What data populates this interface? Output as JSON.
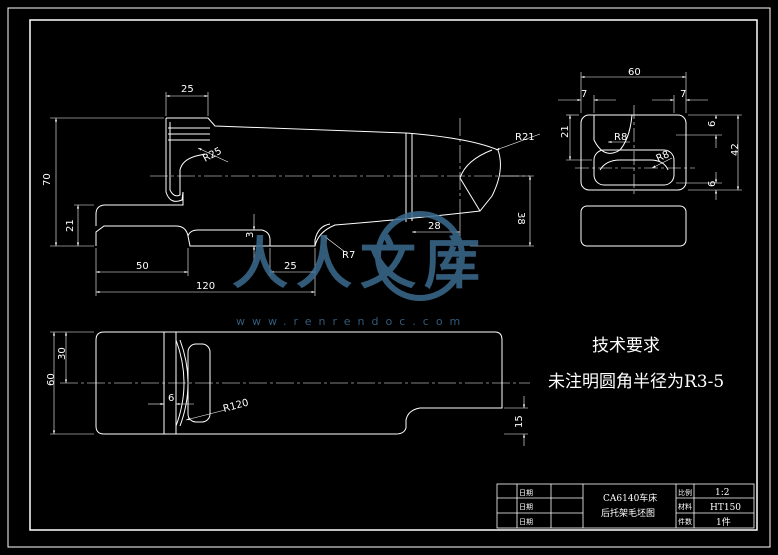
{
  "dimensions": {
    "front_top_width": "25",
    "front_radius_top": "R25",
    "front_radius_right": "R21",
    "front_height_total": "70",
    "front_height_left": "21",
    "front_dim_50": "50",
    "front_dim_120": "120",
    "front_dim_25": "25",
    "front_dim_r7": "R7",
    "front_dim_28": "28",
    "front_dim_38": "38",
    "front_dim_3": "3",
    "side_width": "60",
    "side_left_7": "7",
    "side_right_7": "7",
    "side_r8_top": "R8",
    "side_r8_bottom": "R8",
    "side_21": "21",
    "side_42": "42",
    "side_6_top": "6",
    "side_6_bottom": "6",
    "top_view_60": "60",
    "top_view_30": "30",
    "top_view_6": "6",
    "top_view_r120": "R120",
    "top_view_15": "15"
  },
  "notes": {
    "heading": "技术要求",
    "line1": "未注明圆角半径为R3-5"
  },
  "watermark": {
    "brand": "人人文库",
    "url": "www.renrendoc.com"
  },
  "title_block": {
    "name_line1": "CA6140车床",
    "name_line2": "后托架毛坯图",
    "scale_label": "比例",
    "scale_value": "1:2",
    "material_label": "材料",
    "material_value": "HT150",
    "quantity_label": "件数",
    "quantity_value": "1件",
    "small_col_a": "日期",
    "small_col_b": "日期",
    "small_col_c": "日期"
  },
  "colors": {
    "background": "#000000",
    "lines": "#ffffff",
    "watermark": "#3b6a8f"
  }
}
